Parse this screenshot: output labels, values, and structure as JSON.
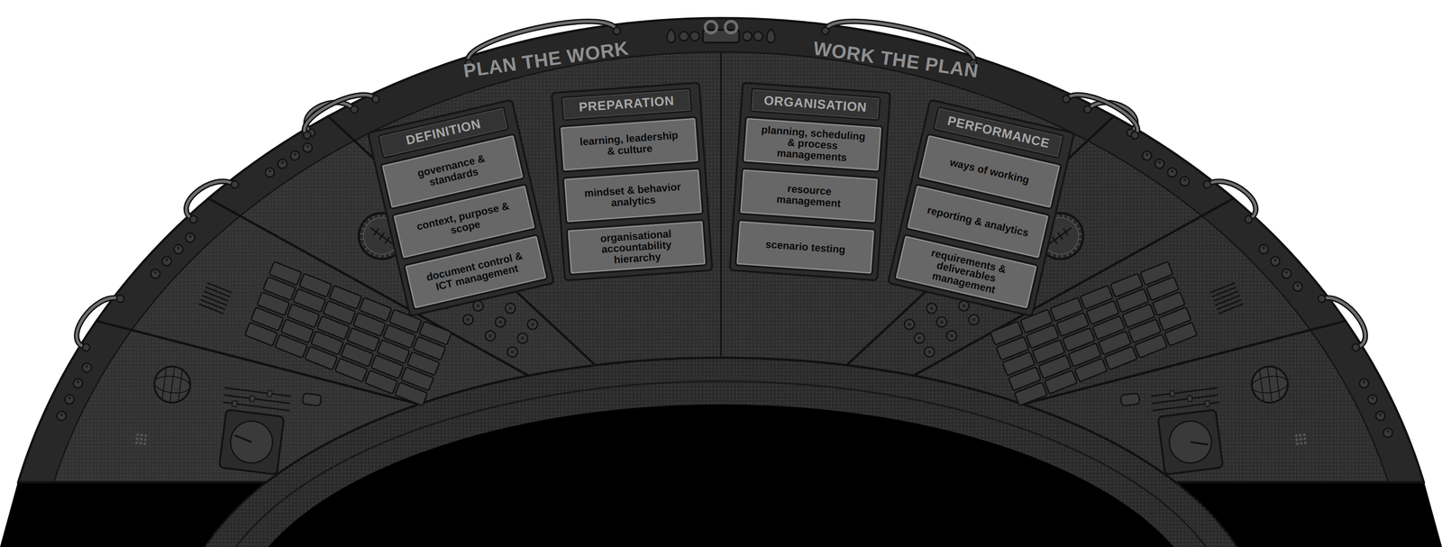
{
  "diagram": {
    "nodes": [
      {
        "text": [
          "DEFINITION"
        ]
      },
      {
        "text": [
          "governance & standards"
        ],
        "in": 0
      },
      {
        "text": [
          "context, purpose & scope"
        ],
        "in": 0
      },
      {
        "text": [
          "document control & ICT management"
        ],
        "in": 0
      },
      {
        "text": [
          "PREPARATION"
        ]
      },
      {
        "text": [
          "learning, leadership & culture"
        ],
        "in": 4
      },
      {
        "text": [
          "mindset & behavior analytics"
        ],
        "in": 4
      },
      {
        "text": [
          "organisational accountability hierarchy"
        ],
        "in": 4
      },
      {
        "text": [
          "ORGANISATION"
        ]
      },
      {
        "text": [
          "planning, scheduling & process managements"
        ],
        "in": 8
      },
      {
        "text": [
          "resource management"
        ],
        "in": 8
      },
      {
        "text": [
          "scenario testing"
        ],
        "in": 8
      },
      {
        "text": [
          "PERFORMANCE"
        ]
      },
      {
        "text": [
          "ways of working"
        ],
        "in": 12
      },
      {
        "text": [
          "reporting & analytics"
        ],
        "in": 12
      },
      {
        "text": [
          "requirements & deliverables management"
        ],
        "in": 12
      }
    ],
    "labels": [
      "PLAN THE WORK",
      "WORK THE PLAN"
    ]
  }
}
